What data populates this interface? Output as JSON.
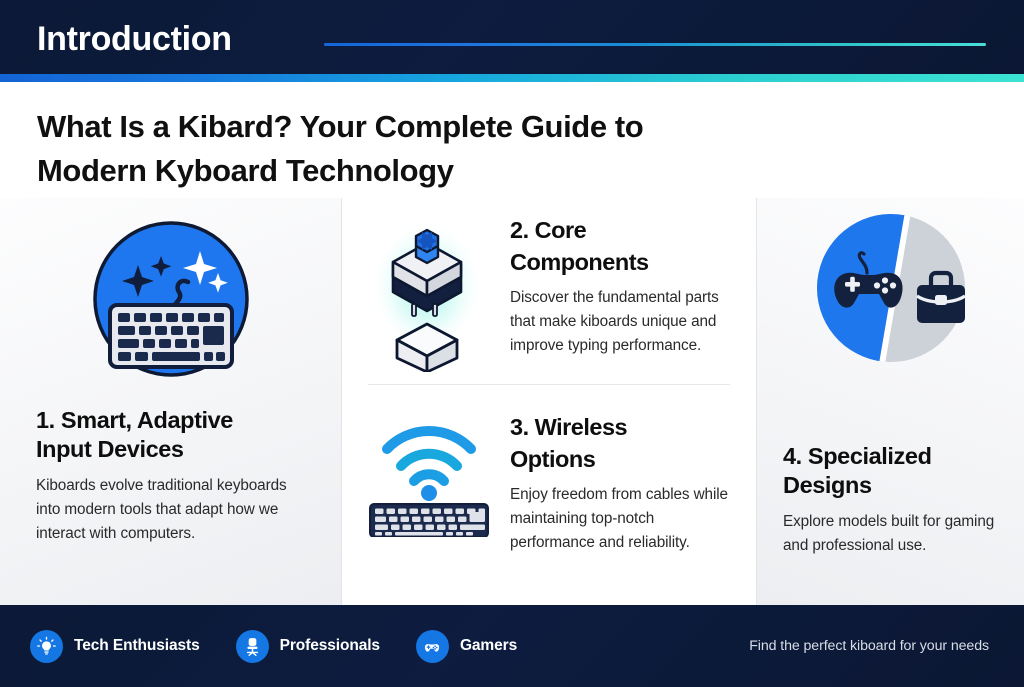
{
  "header": {
    "label": "Introduction",
    "accent_start": "#1464d6",
    "accent_end": "#3ce3d2",
    "background": "#0d1c3f"
  },
  "title": {
    "line1": "What Is a Kibard? Your Complete Guide to",
    "line2": "Modern Kyboard Technology"
  },
  "columns": {
    "col1": {
      "icon": "keyboard-sparkle-circle-icon",
      "heading_line1": "1. Smart, Adaptive",
      "heading_line2": "Input Devices",
      "body": "Kiboards evolve traditional keyboards into modern tools that adapt how we interact with computers."
    },
    "col2": {
      "icon": "mechanical-switch-keycap-icon",
      "heading_line1": "2. Core",
      "heading_line2": "Components",
      "body": "Discover the fundamental parts that make kiboards unique and improve typing performance."
    },
    "col3": {
      "icon": "wireless-keyboard-icon",
      "heading_line1": "3. Wireless",
      "heading_line2": "Options",
      "body": "Enjoy freedom from cables while maintaining top-notch performance and reliability."
    },
    "col4": {
      "icon": "gamepad-briefcase-split-circle-icon",
      "heading_line1": "4. Specialized",
      "heading_line2": "Designs",
      "body": "Explore models built for gaming and professional use."
    }
  },
  "footer": {
    "chips": [
      {
        "icon": "lightbulb-icon",
        "label": "Tech Enthusiasts"
      },
      {
        "icon": "office-chair-icon",
        "label": "Professionals"
      },
      {
        "icon": "gamepad-icon",
        "label": "Gamers"
      }
    ],
    "tagline": "Find the perfect kiboard for your needs",
    "badge_color": "#1577e3"
  }
}
